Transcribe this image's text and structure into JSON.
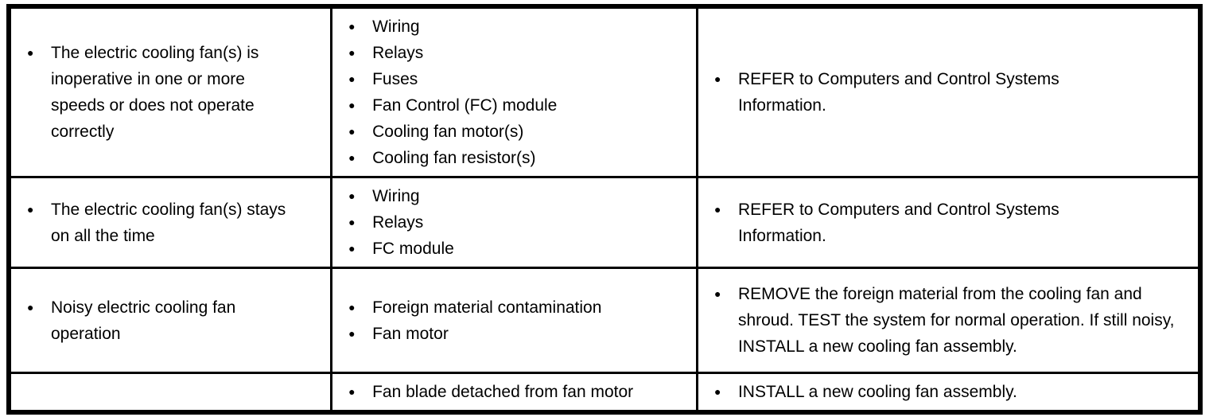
{
  "colors": {
    "border": "#000000",
    "background": "#ffffff",
    "text": "#000000"
  },
  "bullet": "●",
  "rows": [
    {
      "symptoms": [
        "The electric cooling fan(s) is inoperative in one or more speeds or does not operate correctly"
      ],
      "causes": [
        "Wiring",
        "Relays",
        "Fuses",
        "Fan Control (FC) module",
        "Cooling fan motor(s)",
        "Cooling fan resistor(s)"
      ],
      "actions": [
        "REFER to Computers and Control Systems Information."
      ]
    },
    {
      "symptoms": [
        "The electric cooling fan(s) stays on all the time"
      ],
      "causes": [
        "Wiring",
        "Relays",
        "FC module"
      ],
      "actions": [
        "REFER to Computers and Control Systems Information."
      ]
    },
    {
      "symptoms": [
        "Noisy electric cooling fan operation"
      ],
      "causes": [
        "Foreign material contamination",
        "Fan motor"
      ],
      "actions": [
        "REMOVE the foreign material from the cooling fan and shroud. TEST the system for normal operation. If still noisy, INSTALL a new cooling fan assembly."
      ]
    },
    {
      "symptoms": [],
      "causes": [
        "Fan blade detached from fan motor"
      ],
      "actions": [
        "INSTALL a new cooling fan assembly."
      ]
    }
  ]
}
